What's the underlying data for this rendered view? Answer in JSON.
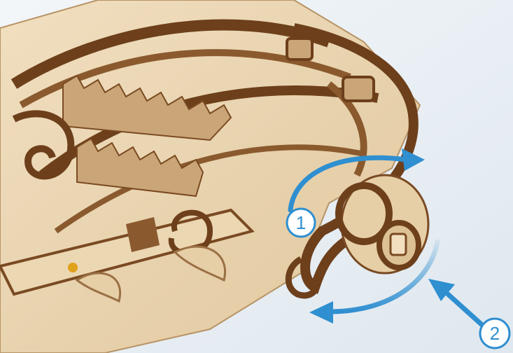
{
  "image": {
    "subject": "wooden-mechanical-model-assembly-step",
    "accent_color": "#2f8fd0",
    "wood_light": "#e8d2ad",
    "wood_dark": "#7a4a22"
  },
  "callouts": [
    {
      "label": "1",
      "meaning": "rotate-knob"
    },
    {
      "label": "2",
      "meaning": "push-in"
    }
  ]
}
